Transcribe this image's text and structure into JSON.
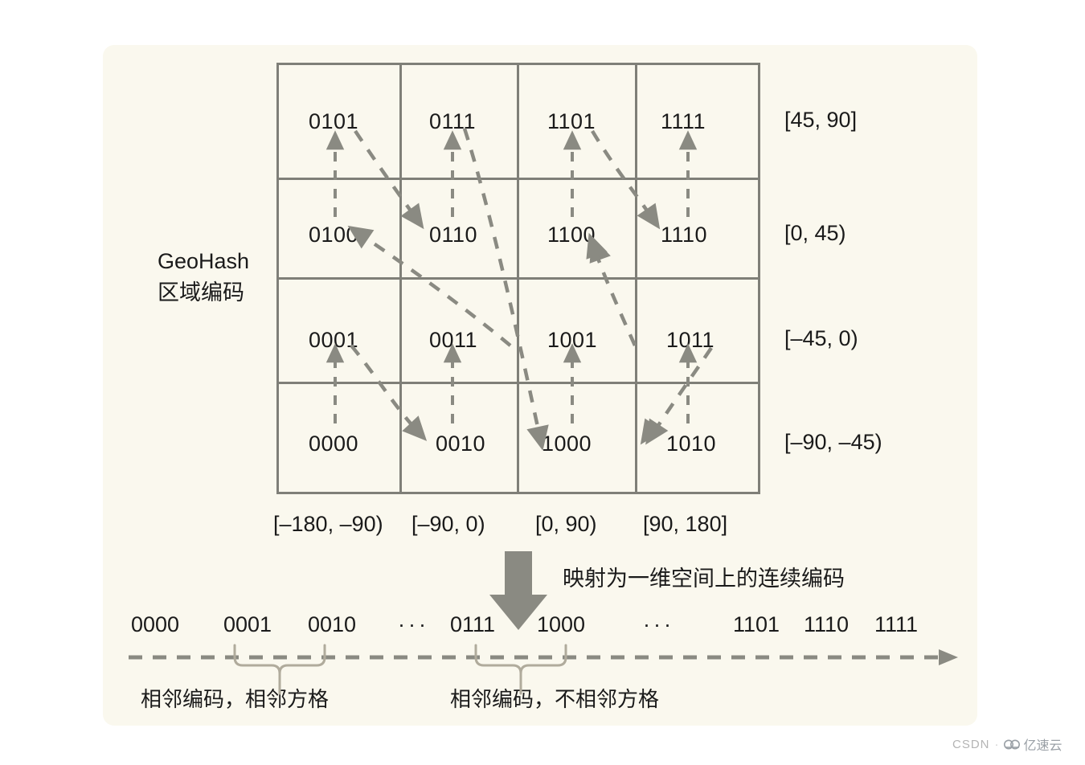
{
  "diagram": {
    "side_title_line1": "GeoHash",
    "side_title_line2": "区域编码",
    "mapping_note": "映射为一维空间上的连续编码",
    "grid": {
      "rows": [
        {
          "lat_range": "[45, 90]",
          "codes": [
            "0101",
            "0111",
            "1101",
            "1111"
          ]
        },
        {
          "lat_range": "[0, 45)",
          "codes": [
            "0100",
            "0110",
            "1100",
            "1110"
          ]
        },
        {
          "lat_range": "[–45, 0)",
          "codes": [
            "0001",
            "0011",
            "1001",
            "1011"
          ]
        },
        {
          "lat_range": "[–90, –45)",
          "codes": [
            "0000",
            "0010",
            "1000",
            "1010"
          ]
        }
      ],
      "lon_ranges": [
        "[–180, –90)",
        "[–90, 0)",
        "[0, 90)",
        "[90, 180]"
      ]
    },
    "line1d": {
      "tokens": [
        "0000",
        "0001",
        "0010",
        "···",
        "0111",
        "1000",
        "···",
        "1101",
        "1110",
        "1111"
      ],
      "caption_left": "相邻编码，相邻方格",
      "caption_right": "相邻编码，不相邻方格"
    }
  },
  "watermark": {
    "csdn": "CSDN",
    "separator": "·",
    "brand": "亿速云"
  },
  "colors": {
    "card_bg": "#faf8ee",
    "grid_line": "#7f7f78",
    "arrow": "#8a8a82",
    "text": "#1a1a1a",
    "page_bg": "#ffffff"
  }
}
